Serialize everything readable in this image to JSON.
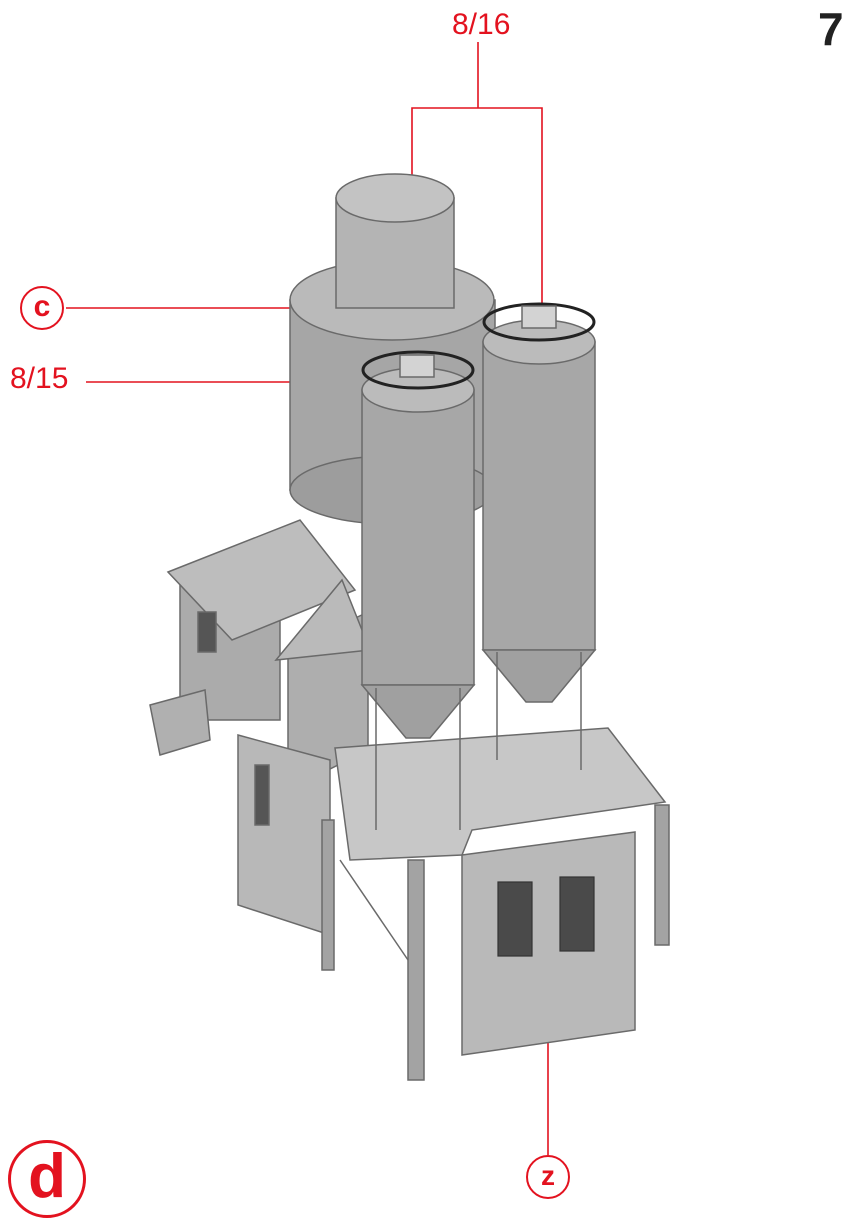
{
  "page": {
    "number": "7"
  },
  "callouts": {
    "top_label": "8/16",
    "left_label": "8/15",
    "c_marker": "c",
    "z_marker": "z",
    "d_marker": "d"
  },
  "colors": {
    "callout": "#e3121f",
    "model_gray": "#a9a9a9"
  }
}
